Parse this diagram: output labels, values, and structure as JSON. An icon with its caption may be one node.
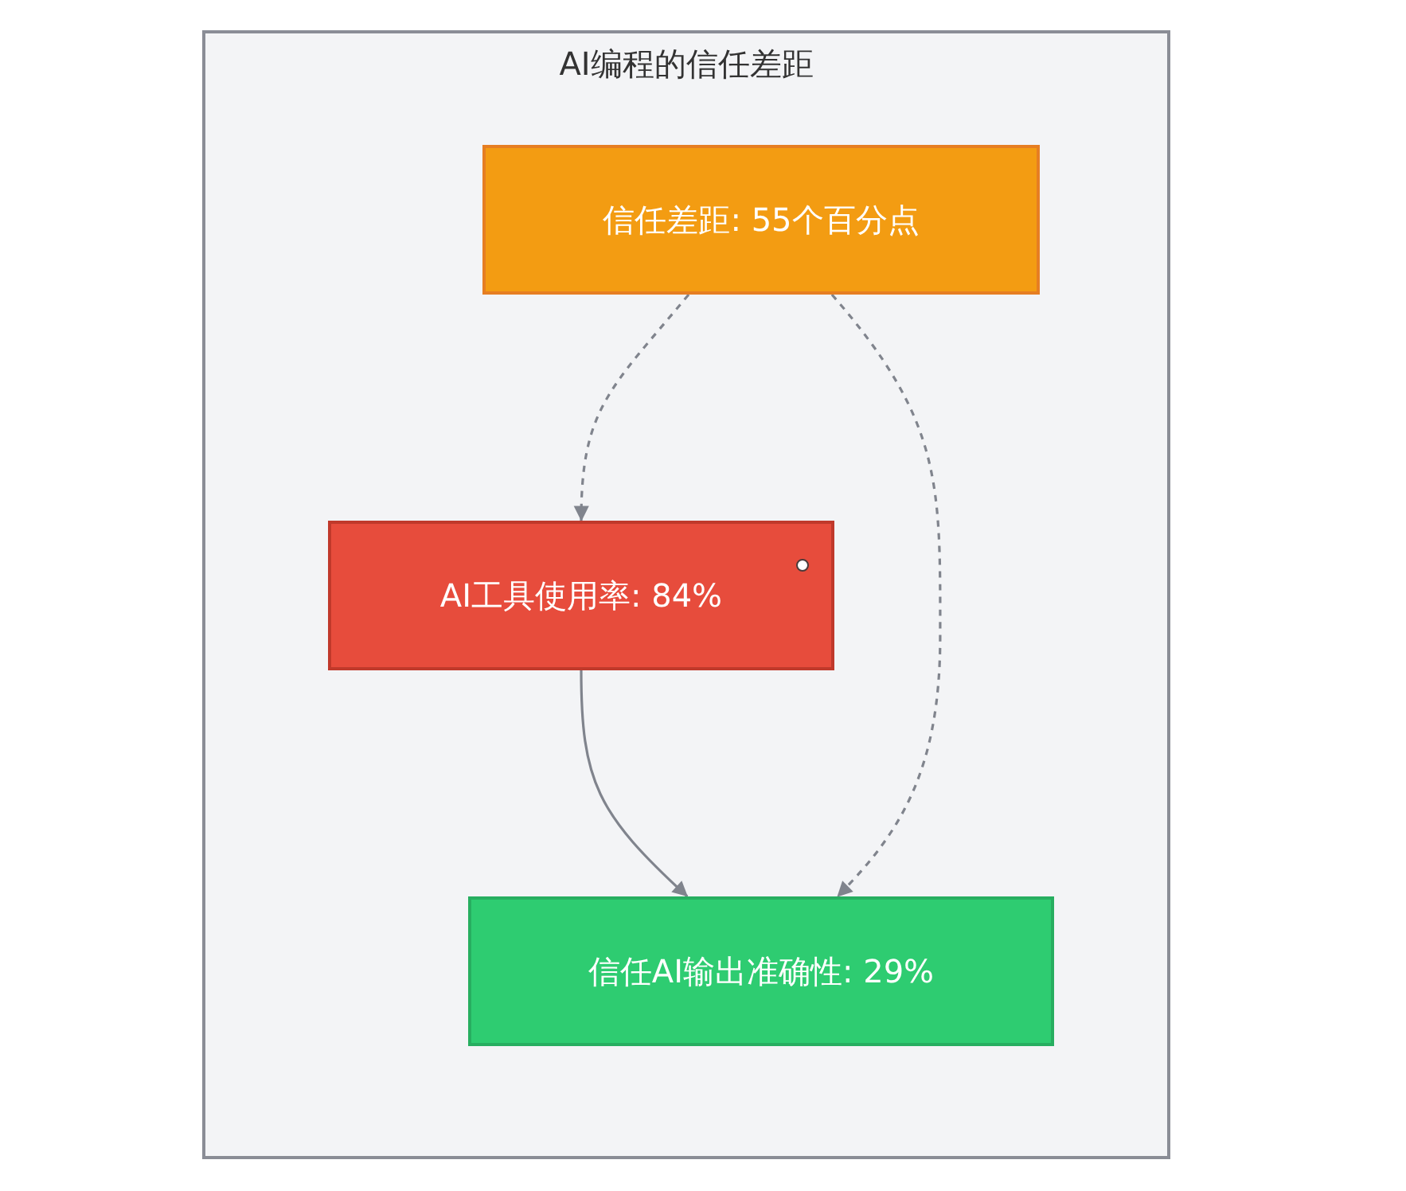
{
  "diagram": {
    "nodes": [
      {
        "text": [
          "AI编程的信任差距"
        ]
      },
      {
        "text": [
          "信任差距: 55个百分点"
        ],
        "in": 0
      },
      {
        "text": [
          "AI工具使用率: 84%"
        ],
        "in": 0
      },
      {
        "text": [
          "信任AI输出准确性: 29%"
        ],
        "in": 0
      }
    ],
    "edges": [
      {
        "from": 1,
        "to": 2,
        "arrow": "to",
        "style": "dashed"
      },
      {
        "from": 1,
        "to": 3,
        "arrow": "to",
        "style": "dashed"
      },
      {
        "from": 2,
        "to": 3,
        "arrow": "to"
      }
    ]
  }
}
